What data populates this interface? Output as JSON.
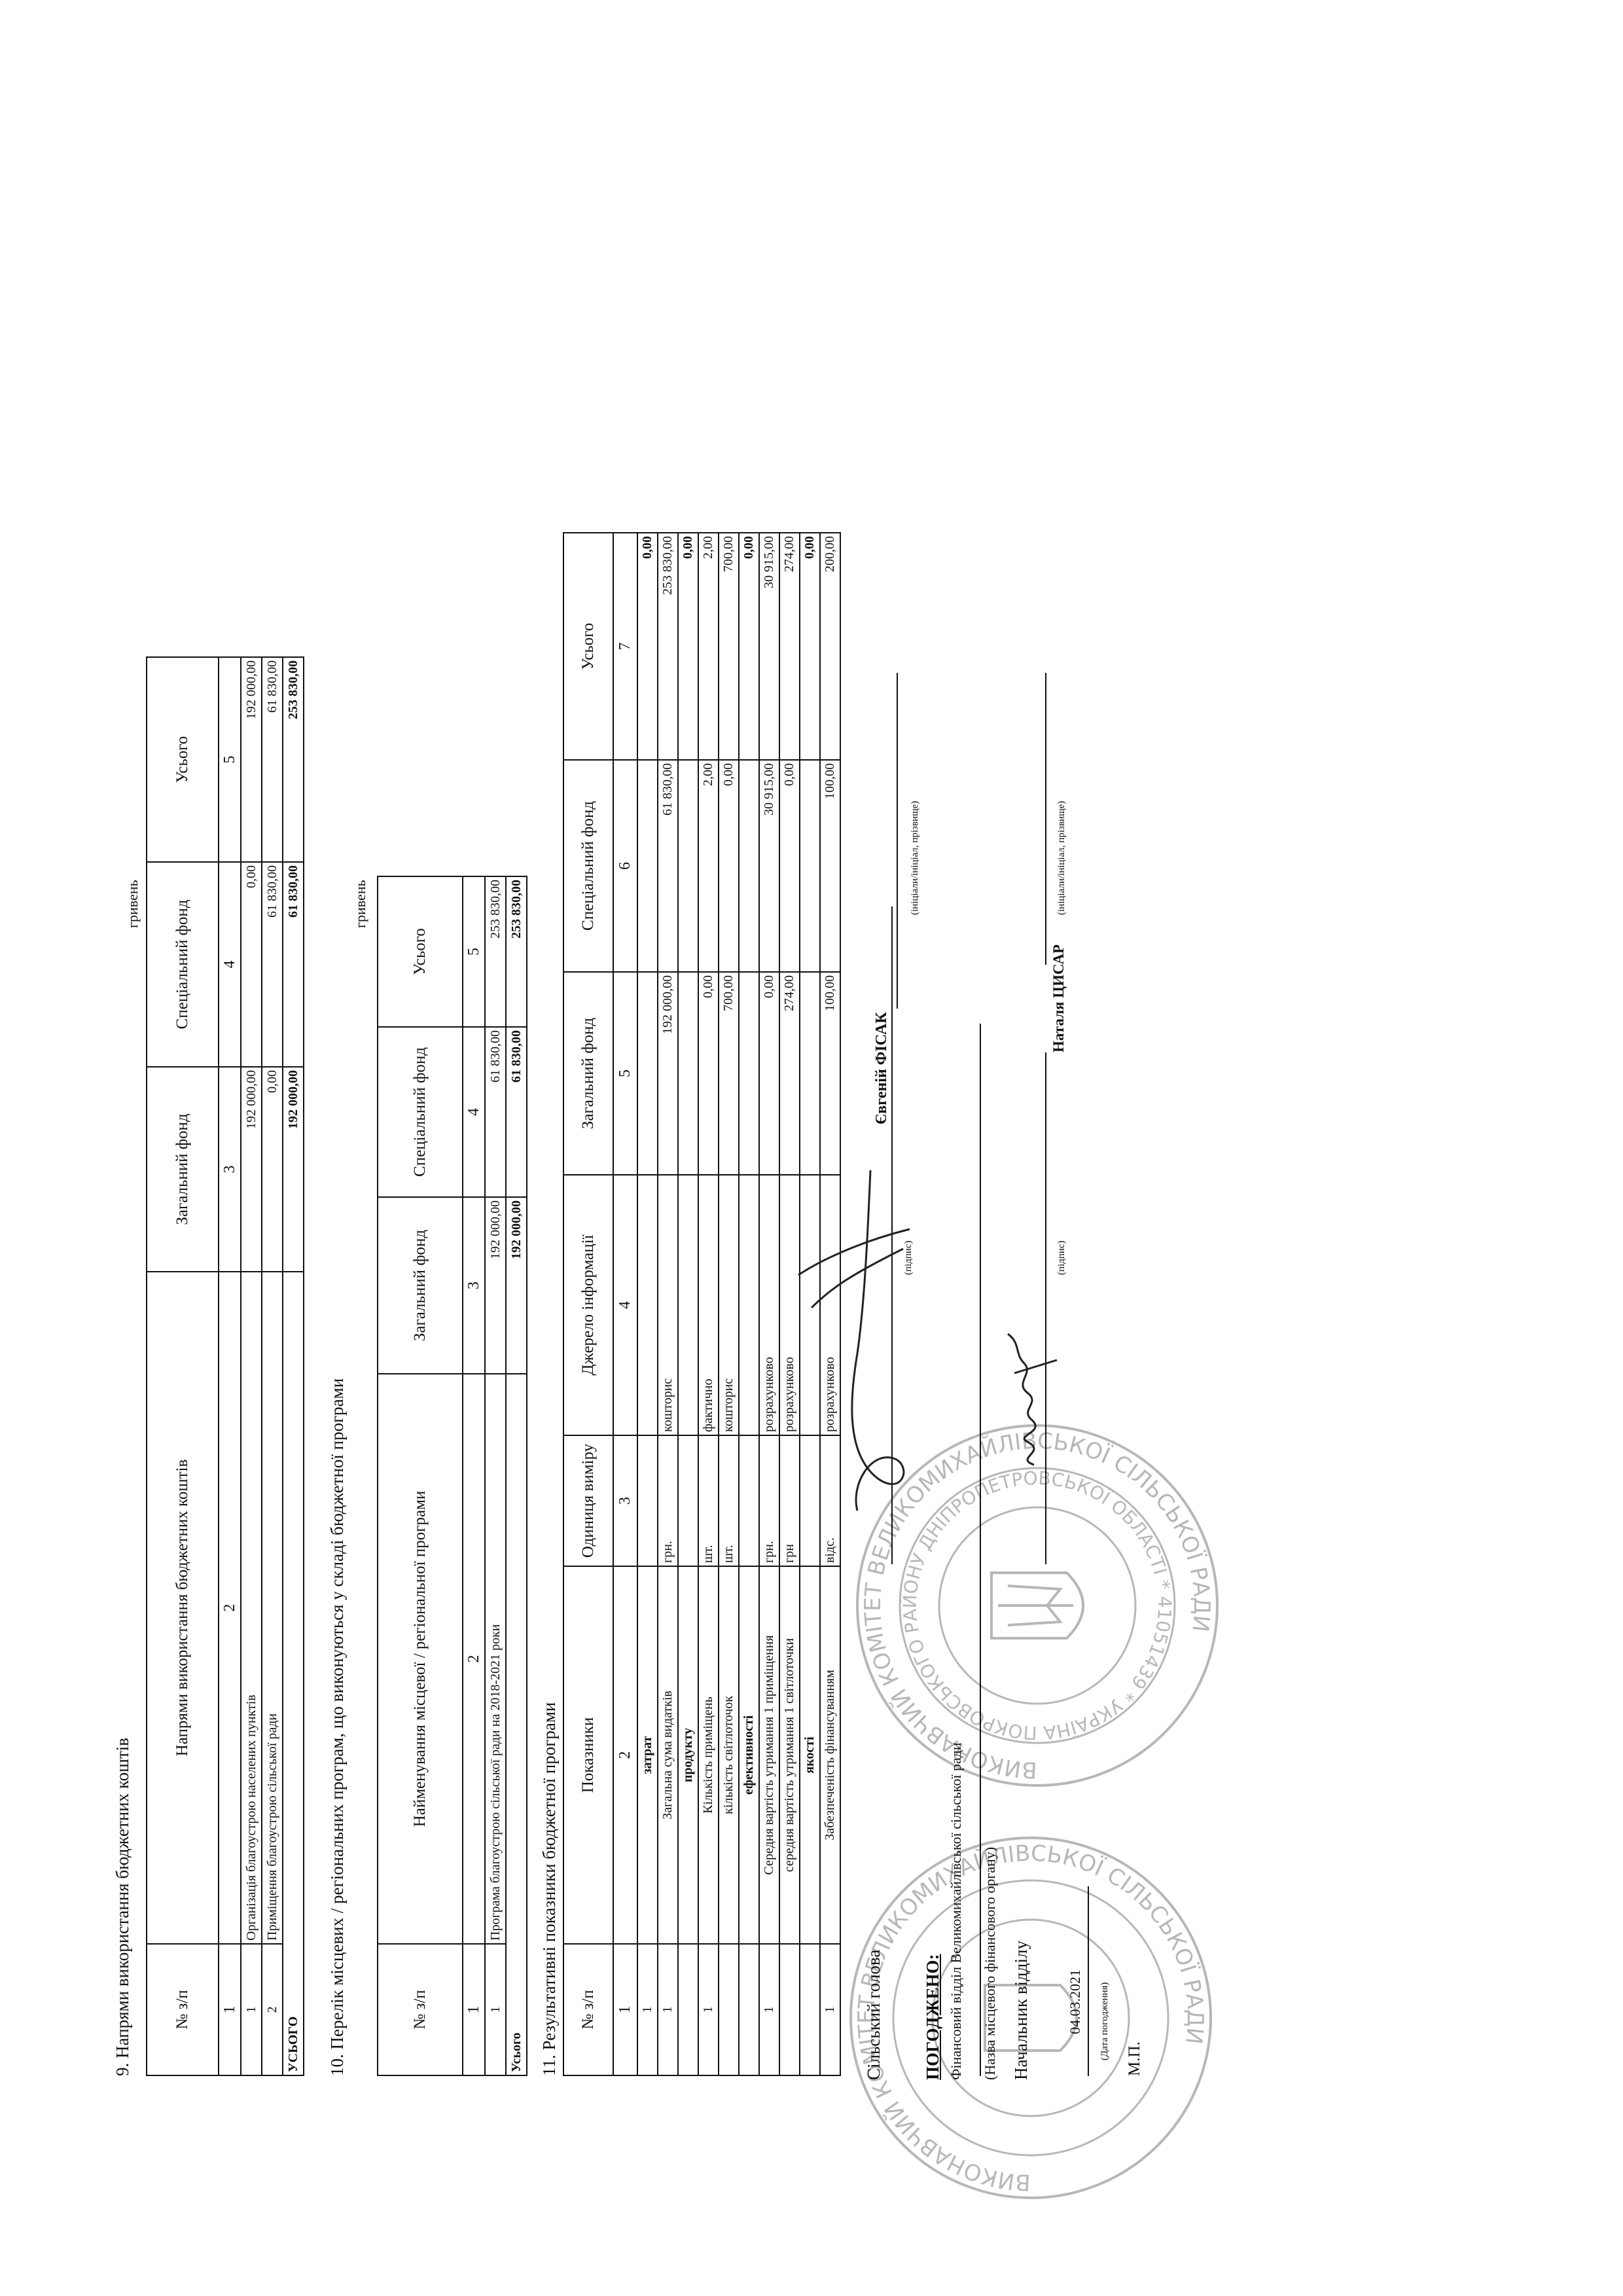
{
  "section9": {
    "title": "9. Напрями використання бюджетних коштів",
    "currency": "гривень",
    "headers": [
      "№ з/п",
      "Напрями використання бюджетних коштів",
      "Загальний фонд",
      "Спеціальний фонд",
      "Усього"
    ],
    "col_numbers": [
      "1",
      "2",
      "3",
      "4",
      "5"
    ],
    "rows": [
      [
        "1",
        "Організація благоустрою населених пунктів",
        "192 000,00",
        "0,00",
        "192 000,00"
      ],
      [
        "2",
        "Приміщення благоустрою сільської ради",
        "0,00",
        "61 830,00",
        "61 830,00"
      ]
    ],
    "total": [
      "УСЬОГО",
      "192 000,00",
      "61 830,00",
      "253 830,00"
    ]
  },
  "section10": {
    "title": "10. Перелік місцевих / регіональних програм, що виконуються у складі бюджетної програми",
    "currency": "гривень",
    "headers": [
      "№ з/п",
      "Найменування місцевої / регіональної програми",
      "Загальний фонд",
      "Спеціальний фонд",
      "Усього"
    ],
    "col_numbers": [
      "1",
      "2",
      "3",
      "4",
      "5"
    ],
    "rows": [
      [
        "1",
        "Програма благоустрою сільської ради на 2018-2021 роки",
        "192 000,00",
        "61 830,00",
        "253 830,00"
      ]
    ],
    "total": [
      "Усього",
      "192 000,00",
      "61 830,00",
      "253 830,00"
    ]
  },
  "section11": {
    "title": "11. Результативні показники бюджетної програми",
    "headers": [
      "№ з/п",
      "Показники",
      "Одиниця виміру",
      "Джерело інформації",
      "Загальний фонд",
      "Спеціальний фонд",
      "Усього"
    ],
    "col_numbers": [
      "1",
      "2",
      "3",
      "4",
      "5",
      "6",
      "7"
    ],
    "rows": [
      {
        "section": true,
        "num": "1",
        "name": "затрат",
        "total": "0,00"
      },
      {
        "num": "1",
        "name": "Загальна сума видатків",
        "unit": "грн.",
        "source": "кошторис",
        "general": "192 000,00",
        "special": "61 830,00",
        "total": "253 830,00"
      },
      {
        "section": true,
        "num": "",
        "name": "продукту",
        "total": "0,00"
      },
      {
        "num": "1",
        "name": "Кількість приміщень",
        "unit": "шт.",
        "source": "фактично",
        "general": "0,00",
        "special": "2,00",
        "total": "2,00"
      },
      {
        "num": "",
        "name": "кількість світлоточок",
        "unit": "шт.",
        "source": "кошторис",
        "general": "700,00",
        "special": "0,00",
        "total": "700,00"
      },
      {
        "section": true,
        "num": "",
        "name": "ефективності",
        "total": "0,00"
      },
      {
        "num": "1",
        "name": "Середня вартість утримання 1 приміщення",
        "unit": "грн.",
        "source": "розрахунково",
        "general": "0,00",
        "special": "30 915,00",
        "total": "30 915,00"
      },
      {
        "num": "",
        "name": "середня вартість утримання 1 світлоточки",
        "unit": "грн",
        "source": "розрахунково",
        "general": "274,00",
        "special": "0,00",
        "total": "274,00"
      },
      {
        "section": true,
        "num": "",
        "name": "якості",
        "total": "0,00"
      },
      {
        "num": "1",
        "name": "Забезпеченість фінансуванням",
        "unit": "відс.",
        "source": "розрахунково",
        "general": "100,00",
        "special": "100,00",
        "total": "200,00"
      }
    ]
  },
  "signatures": {
    "head_title": "Сільський голова",
    "signature_caption": "(підпис)",
    "name_caption": "(ініціали/ініціал, прізвище)",
    "head_name": "Євгеній ФІСАК",
    "approved": "ПОГОДЖЕНО:",
    "fin_org": "Фінансовий відділ Великомихайлівської сільської ради",
    "fin_org_caption": "(Назва місцевого фінансового органу)",
    "chief_title": "Начальник відділу",
    "chief_name": "Наталя ЦИСАР",
    "date": "04.03.2021",
    "date_caption": "(Дата погодження)",
    "seal_place": "М.П."
  },
  "stamp": {
    "outer_text": "ВИКОНАВЧИЙ КОМІТЕТ ВЕЛИКОМИХАЙЛІВСЬКОЇ СІЛЬСЬКОЇ РАДИ * ПОКРОВСЬКОГО РАЙОНУ ДНІПРОПЕТРОВСЬКОЇ ОБЛАСТІ *",
    "code": "41051439 * УКРАЇНА *"
  }
}
